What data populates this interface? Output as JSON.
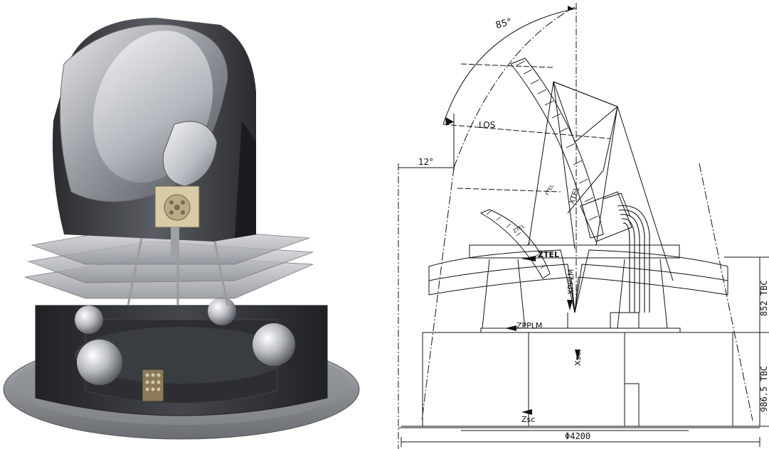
{
  "drawing": {
    "angle_top": "85°",
    "angle_side": "12°",
    "los_label": "LOS",
    "z_tel": "ZTEL",
    "x_tel": "XTEL",
    "y_tel": "YTEL",
    "z_tel_small": "ZTEL",
    "x_pplm": "XPPLM",
    "z_pplm": "ZPPLM",
    "x_sc": "Xsc",
    "z_sc": "Zsc",
    "height_upper": "852 TBC",
    "height_lower": "986.5 TBC",
    "diameter": "Φ4200"
  },
  "colors": {
    "line": "#111111",
    "background": "#ffffff",
    "metal_dark": "#3a3d42",
    "metal_light": "#c9ccd1"
  }
}
